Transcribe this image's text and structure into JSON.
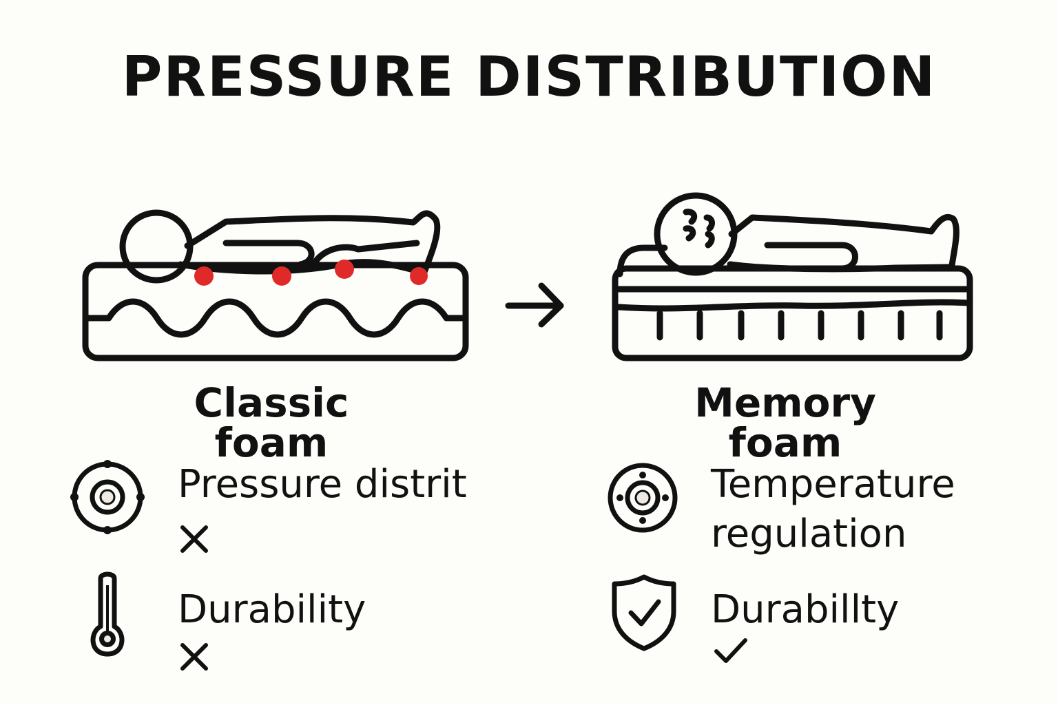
{
  "title": "PRESSURE DISTRIBUTION",
  "left": {
    "heading": "Classic foam",
    "features": [
      {
        "label": "Pressure distrit",
        "icon": "target-icon",
        "status": "cross"
      },
      {
        "label": "Durability",
        "icon": "thermometer-icon",
        "status": "cross"
      }
    ]
  },
  "right": {
    "heading": "Memory foam",
    "features": [
      {
        "label_line1": "Temperature",
        "label_line2": "regulation",
        "icon": "target-icon",
        "status": "none"
      },
      {
        "label": "Durabillty",
        "icon": "shield-check-icon",
        "status": "check"
      }
    ]
  },
  "colors": {
    "ink": "#111111",
    "pressure_point": "#e02a2a",
    "background": "#fdfdf9"
  }
}
